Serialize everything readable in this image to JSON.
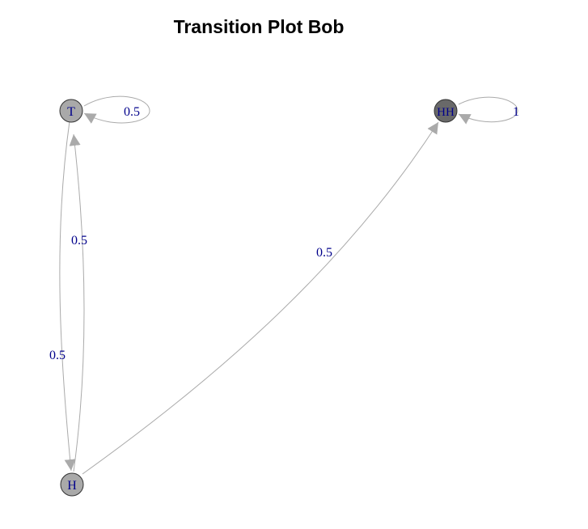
{
  "title": "Transition Plot Bob",
  "colors": {
    "edge": "#aaaaaa",
    "label": "#00008b",
    "node_border": "#333333",
    "node_fill": "#a9a9a9",
    "node_fill_absorbing": "#696969"
  },
  "nodes": [
    {
      "id": "T",
      "label": "T",
      "fill": "#a9a9a9"
    },
    {
      "id": "HH",
      "label": "HH",
      "fill": "#696969"
    },
    {
      "id": "H",
      "label": "H",
      "fill": "#a9a9a9"
    }
  ],
  "edges": [
    {
      "from": "T",
      "to": "T",
      "label": "0.5"
    },
    {
      "from": "HH",
      "to": "HH",
      "label": "1"
    },
    {
      "from": "T",
      "to": "H",
      "label": "0.5"
    },
    {
      "from": "H",
      "to": "T",
      "label": "0.5"
    },
    {
      "from": "H",
      "to": "HH",
      "label": "0.5"
    }
  ]
}
